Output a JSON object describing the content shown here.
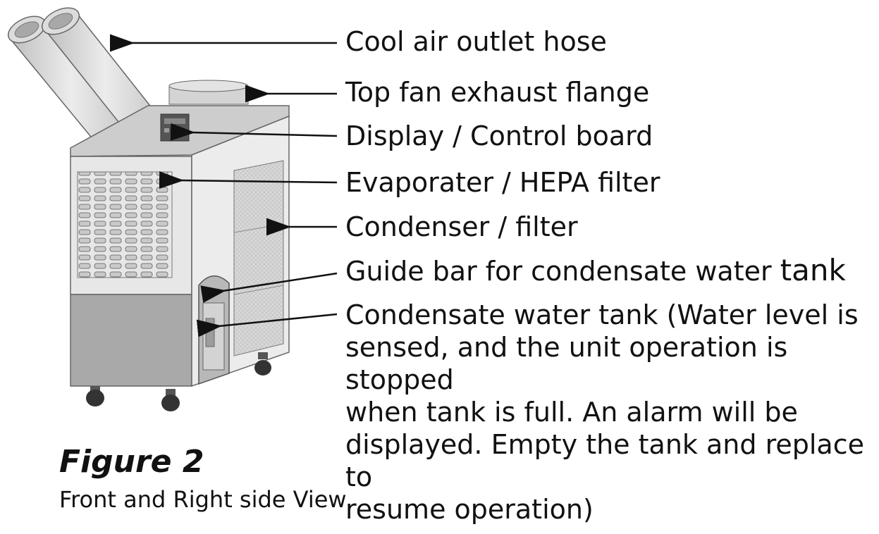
{
  "labels": {
    "hose": "Cool air outlet hose",
    "flange": "Top fan exhaust flange",
    "display": "Display / Control board",
    "evaporator": "Evaporater / HEPA filter",
    "condenser": "Condenser / filter",
    "guide_bar_prefix": "Guide bar for condensate water ",
    "guide_bar_last": "tank",
    "tank_description": "Condensate water tank (Water level is\nsensed, and the unit operation is stopped\nwhen tank is full. An alarm will be\ndisplayed. Empty the tank and replace to\nresume operation)"
  },
  "figure": {
    "title": "Figure 2",
    "subtitle": "Front and Right side View"
  },
  "colors": {
    "body_light": "#e9e9e9",
    "body_mid": "#cfcfcf",
    "body_dark": "#a9a9a9",
    "outline": "#555555",
    "arrow": "#111111"
  }
}
